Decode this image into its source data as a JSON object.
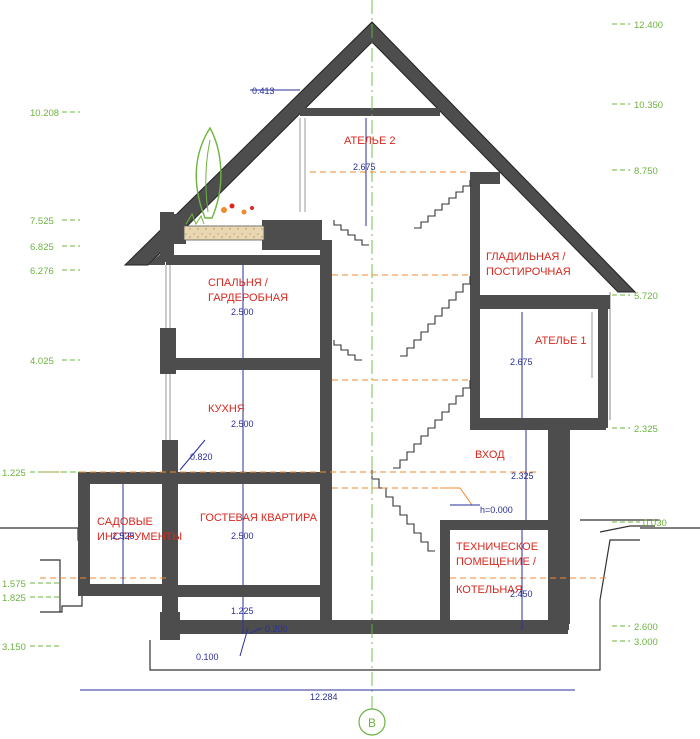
{
  "colors": {
    "wall": "#4d4d4d",
    "wall_dark": "#333333",
    "level_green": "#6cb33f",
    "dimension_blue": "#2a2f9a",
    "room_red": "#d8281e",
    "dashed_orange": "#ef8a2e",
    "insulation": "#e8d7b0"
  },
  "rooms": {
    "atelier2": "АТЕЛЬЕ 2",
    "ironing_1": "ГЛАДИЛЬНАЯ /",
    "ironing_2": "ПОСТИРОЧНАЯ",
    "bedroom_1": "СПАЛЬНЯ /",
    "bedroom_2": "ГАРДЕРОБНАЯ",
    "atelier1": "АТЕЛЬЕ 1",
    "kitchen": "КУХНЯ",
    "entrance": "ВХОД",
    "garden_1": "САДОВЫЕ",
    "garden_2": "ИНСТРУМЕНТЫ",
    "guest": "ГОСТЕВАЯ КВАРТИРА",
    "tech_1": "ТЕХНИЧЕСКОЕ",
    "tech_2": "ПОМЕЩЕНИЕ /",
    "tech_3": "КОТЕЛЬНАЯ"
  },
  "levels_right": {
    "l1": "12.400",
    "l2": "10.350",
    "l3": "8.750",
    "l4": "5.720",
    "l5": "2.325",
    "l6": "0.030",
    "l7": "2.600",
    "l8": "3.000"
  },
  "levels_left": {
    "l1": "10.208",
    "l2": "7.525",
    "l3": "6.825",
    "l4": "6.276",
    "l5": "4.025",
    "l6": "1.225",
    "l7": "1.575",
    "l8": "1.825",
    "l9": "3.150"
  },
  "dimensions": {
    "d_0413": "0.413",
    "d_atelier2": "2.675",
    "d_bedroom": "2.500",
    "d_atelier1": "2.675",
    "d_kitchen": "2.500",
    "d_0820": "0.820",
    "d_entrance": "2.325",
    "d_h0": "h=0.000",
    "d_garden": "2.525",
    "d_guest": "2.500",
    "d_tech": "2.450",
    "d_1225": "1.225",
    "d_0200": "0.200",
    "d_0100": "0.100",
    "d_total": "12.284"
  },
  "axis_label": "В"
}
